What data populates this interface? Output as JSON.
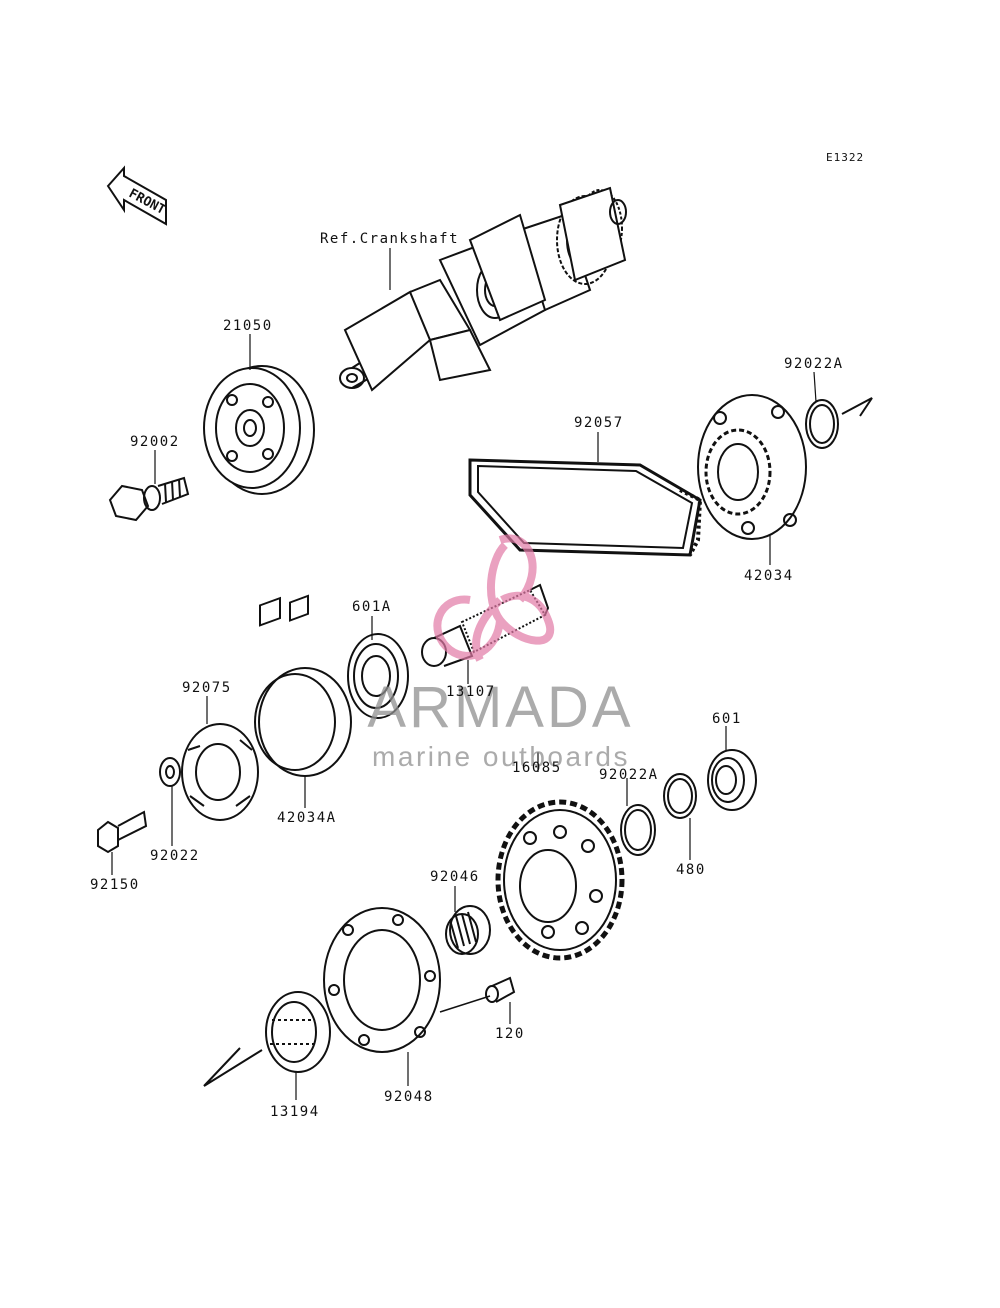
{
  "diagram": {
    "code": "E1322",
    "front_arrow_text": "FRONT",
    "ref_label": "Ref.Crankshaft",
    "labels": {
      "p21050": "21050",
      "p92002": "92002",
      "p92057": "92057",
      "p92022A_top": "92022A",
      "p42034": "42034",
      "p601A": "601A",
      "p13107": "13107",
      "p92075": "92075",
      "p42034A": "42034A",
      "p92022": "92022",
      "p92150": "92150",
      "p16085": "16085",
      "p601": "601",
      "p92022A_mid": "92022A",
      "p480": "480",
      "p92046": "92046",
      "p120": "120",
      "p13194": "13194",
      "p92048": "92048"
    }
  },
  "watermark": {
    "name": "ARMADA",
    "tagline": "marine outboards",
    "color": "#e27aa6"
  }
}
